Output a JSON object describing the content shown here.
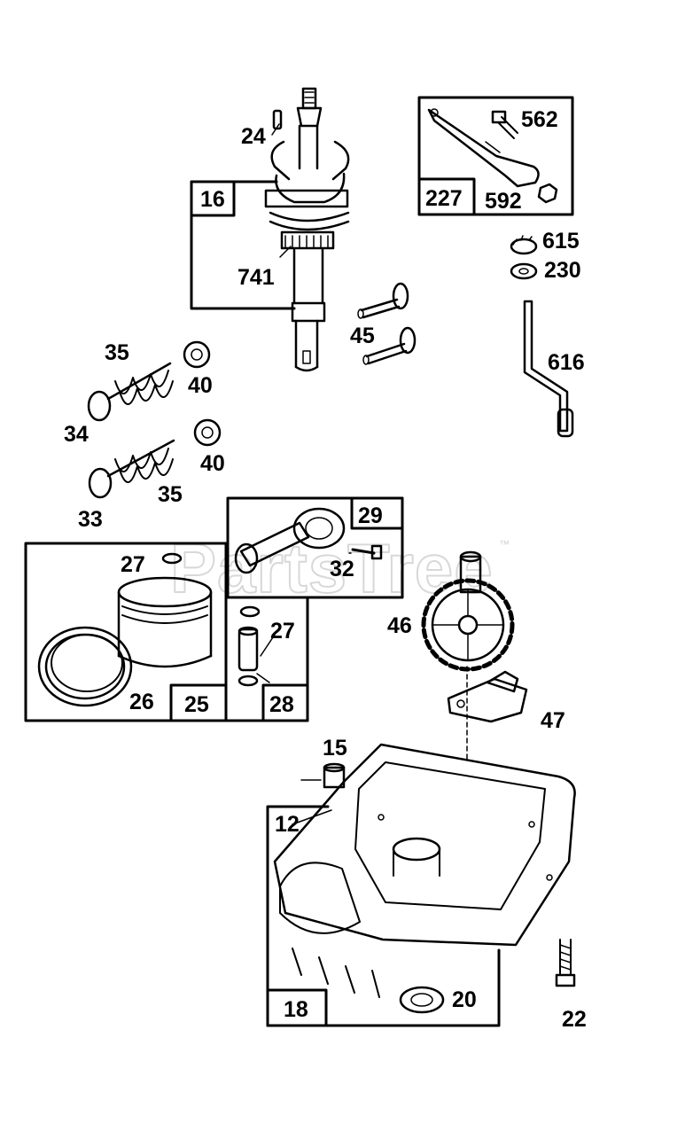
{
  "watermark": {
    "text": "PartsTree",
    "trademark": "™"
  },
  "labels": {
    "l24": "24",
    "l741": "741",
    "l45": "45",
    "l562": "562",
    "l592": "592",
    "l615": "615",
    "l230": "230",
    "l616": "616",
    "l35a": "35",
    "l40a": "40",
    "l34": "34",
    "l40b": "40",
    "l35b": "35",
    "l33": "33",
    "l27a": "27",
    "l32": "32",
    "l27b": "27",
    "l26": "26",
    "l46": "46",
    "l47": "47",
    "l15": "15",
    "l12": "12",
    "l20": "20",
    "l22": "22"
  },
  "kits": {
    "k16": "16",
    "k227": "227",
    "k29": "29",
    "k25": "25",
    "k28": "28",
    "k18": "18"
  }
}
